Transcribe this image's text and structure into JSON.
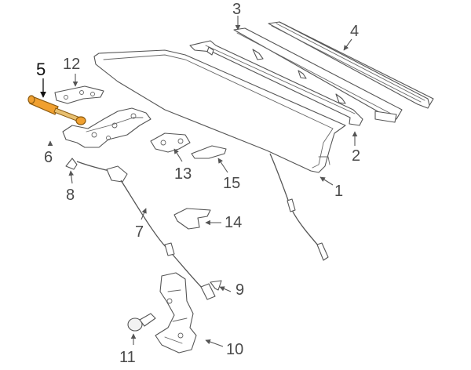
{
  "callouts": {
    "c1": "1",
    "c2": "2",
    "c3": "3",
    "c4": "4",
    "c5": "5",
    "c6": "6",
    "c7": "7",
    "c8": "8",
    "c9": "9",
    "c10": "10",
    "c11": "11",
    "c12": "12",
    "c13": "13",
    "c14": "14",
    "c15": "15"
  },
  "highlight": {
    "part": "5",
    "color": "#F0A030",
    "outline": "#8A5A10"
  }
}
